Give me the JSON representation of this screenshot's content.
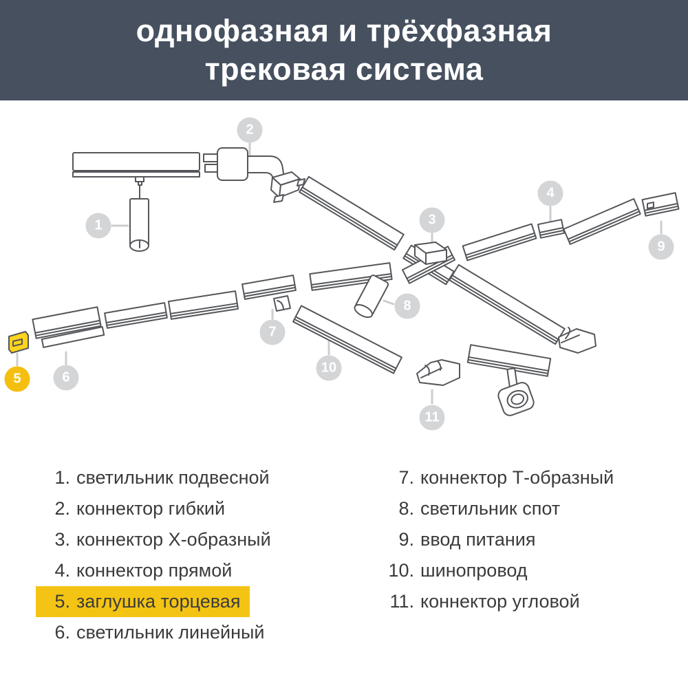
{
  "header": {
    "title_line1": "однофазная и трёхфазная",
    "title_line2": "трековая система",
    "bg_color": "#46505F",
    "text_color": "#FFFFFF"
  },
  "colors": {
    "accent_yellow_bar": "#F4C414",
    "accent_yellow_badge": "#F5BF0F",
    "badge_gray": "#D4D5D7",
    "line_art": "#54565A",
    "leader_line": "#CBCDD0",
    "legend_text": "#3A3B3D"
  },
  "diagram": {
    "badges": [
      "1",
      "2",
      "3",
      "4",
      "5",
      "6",
      "7",
      "8",
      "9",
      "10",
      "11"
    ],
    "highlighted_badge": "5"
  },
  "legend": {
    "columns": [
      {
        "items": [
          {
            "num": "1.",
            "label": "светильник подвесной",
            "highlighted": false
          },
          {
            "num": "2.",
            "label": "коннектор гибкий",
            "highlighted": false
          },
          {
            "num": "3.",
            "label": "коннектор Х-образный",
            "highlighted": false
          },
          {
            "num": "4.",
            "label": "коннектор прямой",
            "highlighted": false
          },
          {
            "num": "5.",
            "label": "заглушка торцевая",
            "highlighted": true
          },
          {
            "num": "6.",
            "label": "светильник линейный",
            "highlighted": false
          }
        ]
      },
      {
        "items": [
          {
            "num": "7.",
            "label": "коннектор Т-образный",
            "highlighted": false
          },
          {
            "num": "8.",
            "label": "светильник спот",
            "highlighted": false
          },
          {
            "num": "9.",
            "label": "ввод питания",
            "highlighted": false
          },
          {
            "num": "10.",
            "label": "шинопровод",
            "highlighted": false
          },
          {
            "num": "11.",
            "label": "коннектор угловой",
            "highlighted": false
          }
        ]
      }
    ]
  }
}
